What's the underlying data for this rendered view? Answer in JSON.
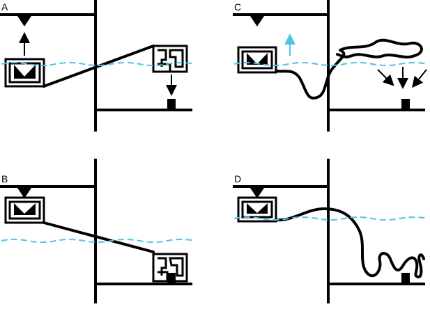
{
  "panels": [
    {
      "letter": "A"
    },
    {
      "letter": "B"
    },
    {
      "letter": "C"
    },
    {
      "letter": "D"
    }
  ],
  "colors": {
    "water": "#4fc3e6",
    "structure": "#000000",
    "background": "#ffffff"
  },
  "icons": [
    "v-trough-block-icon",
    "maze-block-icon",
    "funnel-marker-icon",
    "anchor-block-icon",
    "up-arrow-icon",
    "down-arrow-icon"
  ]
}
